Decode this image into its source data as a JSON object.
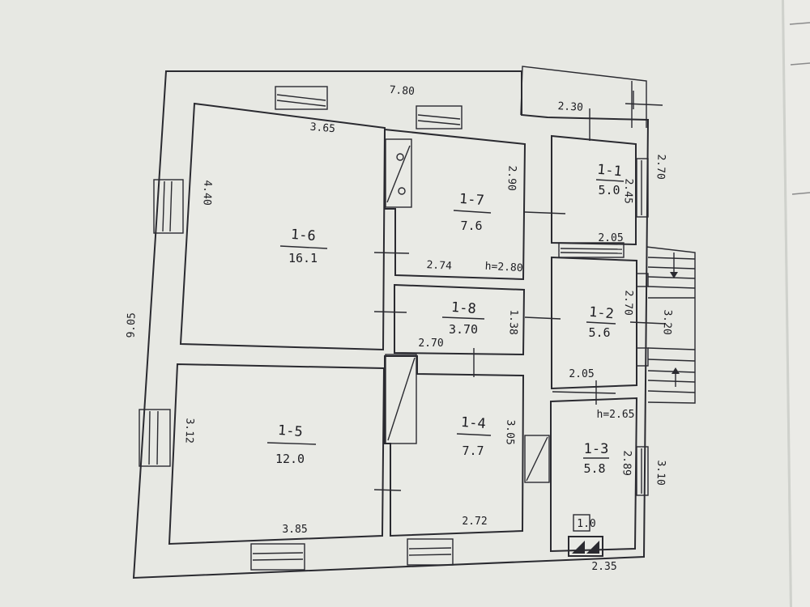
{
  "plan": {
    "overall": {
      "width": "7.80",
      "depth": "9.05"
    },
    "rooms": [
      {
        "id": "1-1",
        "area": "5.0"
      },
      {
        "id": "1-2",
        "area": "5.6"
      },
      {
        "id": "1-3",
        "area": "5.8"
      },
      {
        "id": "1-4",
        "area": "7.7"
      },
      {
        "id": "1-5",
        "area": "12.0"
      },
      {
        "id": "1-6",
        "area": "16.1"
      },
      {
        "id": "1-7",
        "area": "7.6"
      },
      {
        "id": "1-8",
        "area": "3.70"
      }
    ],
    "dims": {
      "r16_top": "3.65",
      "r16_left": "4.40",
      "r17_right": "2.90",
      "r17_bottom": "2.74",
      "height1": "h=2.80",
      "r18_bottom": "2.70",
      "r18_right": "1.38",
      "r11_top": "2.30",
      "r11_right": "2.45",
      "r11_bottom": "2.05",
      "outer_right_top": "2.70",
      "r12_right": "2.70",
      "r12_bottom": "2.05",
      "porch": "3.20",
      "height2": "h=2.65",
      "r13_right": "2.89",
      "outer_right_bottom": "3.10",
      "outer_bottom_right": "2.35",
      "r14_right": "3.05",
      "r14_bottom": "2.72",
      "r15_left": "3.12",
      "r15_bottom": "3.85",
      "stove": "1.0"
    }
  }
}
